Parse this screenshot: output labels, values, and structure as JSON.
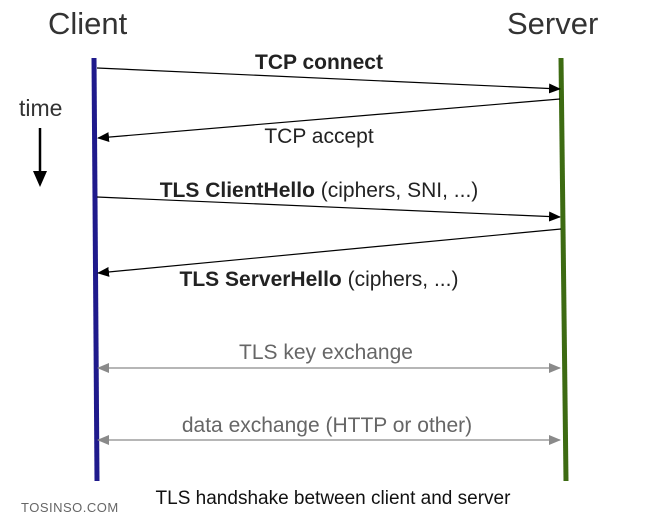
{
  "actors": {
    "client": "Client",
    "server": "Server"
  },
  "time_axis": {
    "label": "time"
  },
  "messages": [
    {
      "bold": "TCP connect",
      "rest": "",
      "direction": "client-to-server"
    },
    {
      "bold": "",
      "rest": "TCP accept",
      "direction": "server-to-client"
    },
    {
      "bold": "TLS ClientHello",
      "rest": " (ciphers, SNI, ...)",
      "direction": "client-to-server"
    },
    {
      "bold": "TLS ServerHello",
      "rest": " (ciphers, ...)",
      "direction": "server-to-client"
    },
    {
      "bold": "",
      "rest": "TLS key exchange",
      "direction": "bidirectional"
    },
    {
      "bold": "",
      "rest": "data exchange (HTTP or other)",
      "direction": "bidirectional"
    }
  ],
  "caption": "TLS handshake between client and server",
  "watermark": "TOSINSO.COM",
  "colors": {
    "client_lifeline": "#1f1a8c",
    "server_lifeline": "#3d6b12",
    "arrow": "#000000",
    "bidirectional_arrow": "#8a8a8a"
  }
}
